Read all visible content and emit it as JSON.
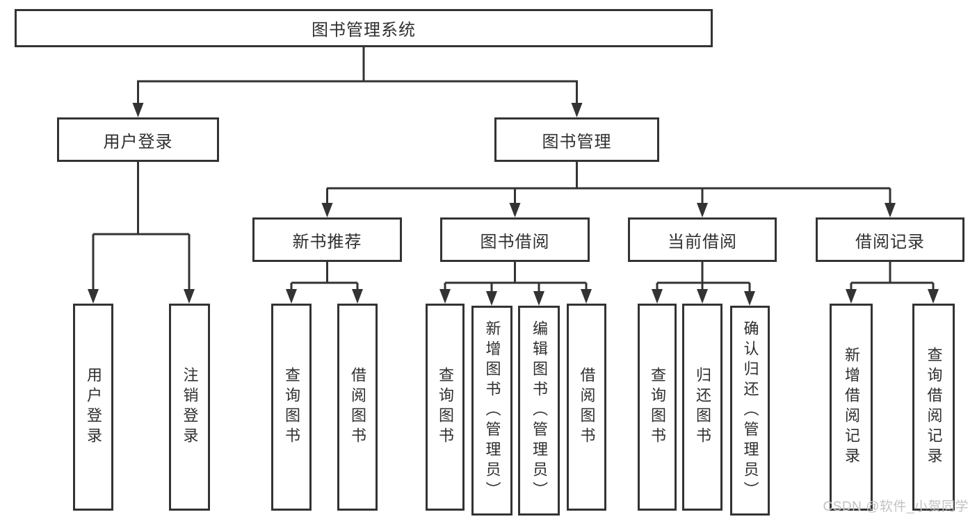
{
  "nodes": {
    "root": "图书管理系统",
    "user_login": "用户登录",
    "book_mgmt": "图书管理",
    "new_book_rec": "新书推荐",
    "book_borrow": "图书借阅",
    "current_borrow": "当前借阅",
    "borrow_records": "借阅记录",
    "ul_user_login": "用户登录",
    "ul_logout": "注销登录",
    "nbr_query_books": "查询图书",
    "nbr_borrow_books": "借阅图书",
    "bb_query_books": "查询图书",
    "bb_add_books_admin": "新增图书（管理员）",
    "bb_edit_books_admin": "编辑图书（管理员）",
    "bb_borrow_books": "借阅图书",
    "cb_query_books": "查询图书",
    "cb_return_books": "归还图书",
    "cb_confirm_return_admin": "确认归还（管理员）",
    "br_add_record": "新增借阅记录",
    "br_query_record": "查询借阅记录"
  },
  "watermark": "CSDN @软件_小贺同学",
  "colors": {
    "line": "#333333",
    "text": "#2f2f2f",
    "box_fill": "#ffffff",
    "background": "#ffffff",
    "watermark": "#c2c2c2"
  }
}
